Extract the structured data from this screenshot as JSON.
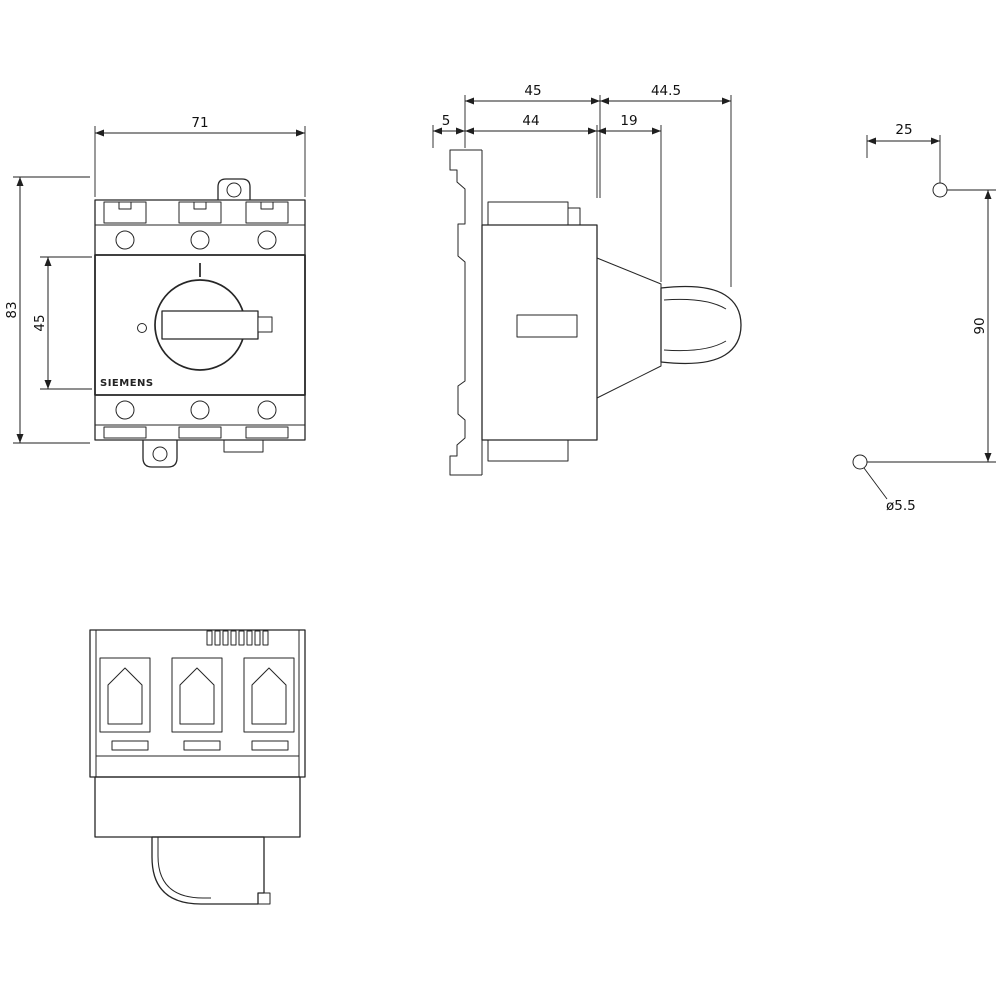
{
  "front_view": {
    "brand": "SIEMENS",
    "dim_width": "71",
    "dim_height": "83",
    "dim_face_height": "45"
  },
  "side_view": {
    "dim_depth_with_handle": "45",
    "dim_handle_length": "44.5",
    "dim_rail_depth": "5",
    "dim_body_depth": "44",
    "dim_shaft_depth": "19"
  },
  "drilling_plan": {
    "dim_hole_offset": "25",
    "dim_hole_spacing": "90",
    "dim_hole_diameter": "ø5.5"
  }
}
